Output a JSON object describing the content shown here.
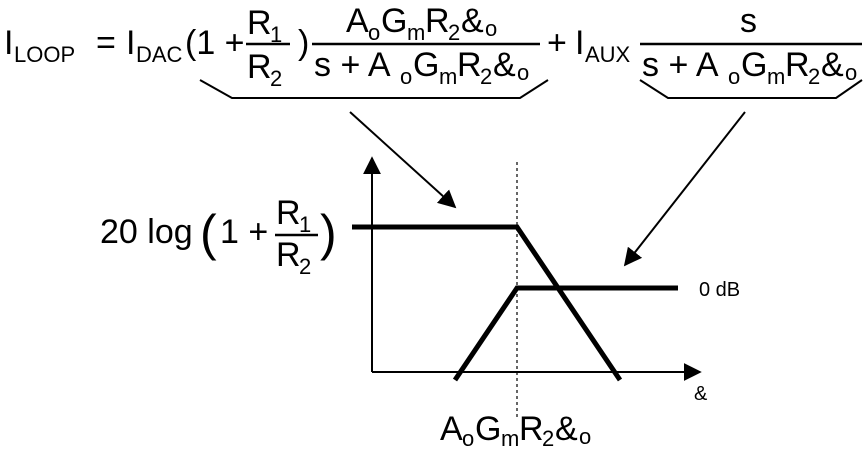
{
  "equation": {
    "lhs_I": "I",
    "lhs_sub": "LOOP",
    "equals": "=",
    "idac_I": "I",
    "idac_sub": "DAC",
    "open_paren": "(1 +",
    "frac1_num_R": "R",
    "frac1_num_sub": "1",
    "frac1_den_R": "R",
    "frac1_den_sub": "2",
    "close_paren": ")",
    "frac2_num": {
      "a": "A",
      "o": "o",
      "g": "G",
      "m": "m",
      "r": "R",
      "two": "2",
      "amp": "&",
      "o2": "o"
    },
    "frac2_den": {
      "pre": "s + A",
      "o": "o",
      "g": "G",
      "m": "m",
      "r": "R",
      "two": "2",
      "amp": "&",
      "o2": "o"
    },
    "plus": "+",
    "iaux_I": "I",
    "iaux_sub": "AUX",
    "frac3_num": "s",
    "frac3_den": {
      "pre": "s + A",
      "o": "o",
      "g": "G",
      "m": "m",
      "r": "R",
      "two": "2",
      "amp": "&",
      "o2": "o"
    }
  },
  "plot": {
    "gain_label": {
      "prefix": "20 log",
      "inner": "1 +",
      "num_R": "R",
      "num_sub": "1",
      "den_R": "R",
      "den_sub": "2"
    },
    "zero_db_label": "0 dB",
    "x_axis_label": "&",
    "corner_label": {
      "a": "A",
      "o": "o",
      "g": "G",
      "m": "m",
      "r": "R",
      "two": "2",
      "amp": "&",
      "o2": "o"
    }
  },
  "colors": {
    "ink": "#000000",
    "background": "#ffffff"
  }
}
